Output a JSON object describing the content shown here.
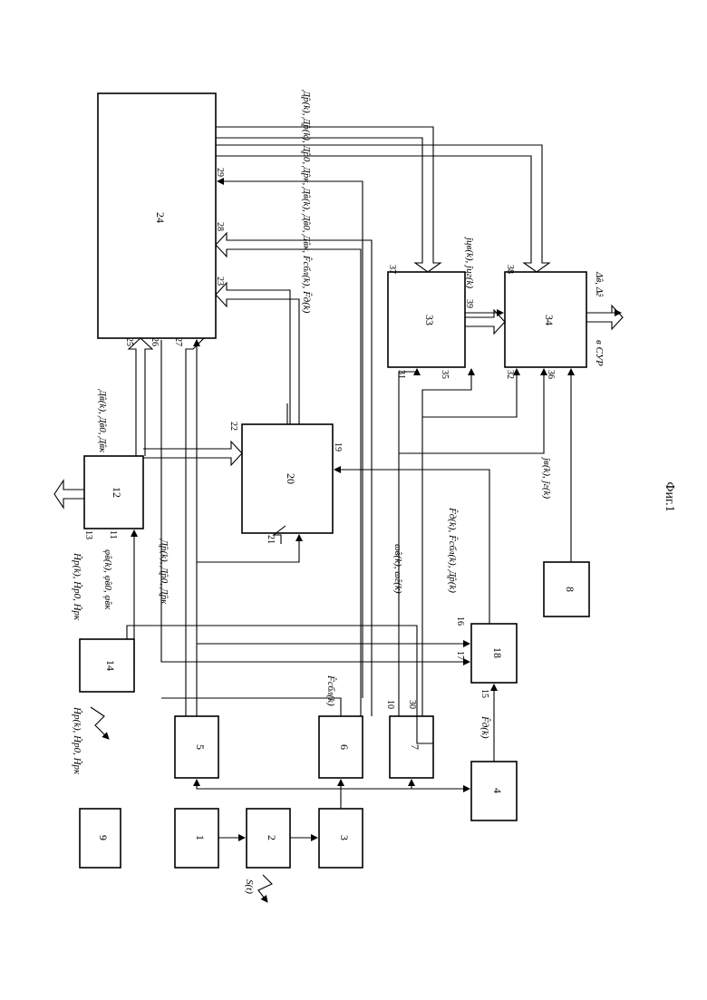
{
  "figure_caption": "Фиг.1",
  "blocks": {
    "b1": "1",
    "b2": "2",
    "b3": "3",
    "b4": "4",
    "b5": "5",
    "b6": "6",
    "b7": "7",
    "b8": "8",
    "b9": "9",
    "b12": "12",
    "b14": "14",
    "b18": "18",
    "b20": "20",
    "b24": "24",
    "b33": "33",
    "b34": "34"
  },
  "ports": {
    "p10": "10",
    "p11": "11",
    "p13": "13",
    "p15": "15",
    "p16": "16",
    "p17": "17",
    "p19": "19",
    "p21": "21",
    "p22": "22",
    "p23": "23",
    "p25": "25",
    "p26": "26",
    "p27": "27",
    "p28": "28",
    "p29": "29",
    "p30": "30",
    "p31": "31",
    "p32": "32",
    "p35": "35",
    "p36": "36",
    "p37": "37",
    "p38": "38",
    "p39": "39"
  },
  "signals": {
    "s_t": "S(t)",
    "h_radio": "Ĥр(k), Ĥр0, Ĥрк",
    "h_14": "Ĥр(k), Ĥр0, Ĥрк",
    "phi_14": "φ̂в(k), φ̂в0, φ̂вк",
    "d_12": "Д̂в(k), Д̂в0, Д̂вк",
    "d_bus_20": "Д̂р(k), Д̂р0, Д̂рк",
    "f_sbl_6": "F̂сбл(k)",
    "f_d_4": "F̂д(k)",
    "omega_7": "ω̂в(k), ω̂г(k)",
    "f_bus_18": "F̂д(k), F̂сбл(k), Д̂р(k)",
    "out_24": "Д̂р(k), Д̂р(k), Д̂р0, Д̂рк, Д̂в(k), Д̂в0, Д̂вк, F̂сбл(k), F̂д(k)",
    "j_33": "ĵцв(k), ĵцг(k)",
    "j_8": "ĵв(k), ĵг(k)",
    "out_34": "Δ̂в, Δ̂г",
    "to_sur": "в СУР"
  }
}
